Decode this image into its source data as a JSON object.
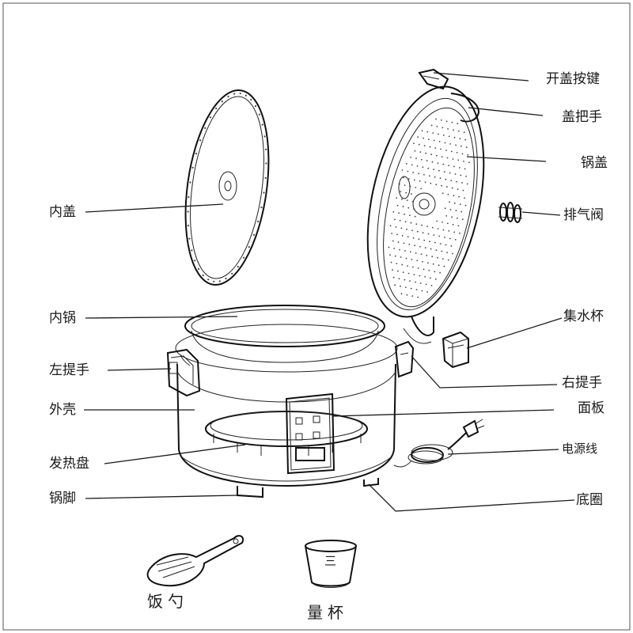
{
  "labels": {
    "open_button": "开盖按键",
    "lid_handle": "盖把手",
    "pot_lid": "锅盖",
    "steam_valve": "排气阀",
    "inner_lid": "内盖",
    "water_cup": "集水杯",
    "inner_pot": "内锅",
    "left_handle": "左提手",
    "right_handle": "右提手",
    "outer_shell": "外壳",
    "panel": "面板",
    "power_cord": "电源线",
    "heating_plate": "发热盘",
    "pot_feet": "锅脚",
    "base_ring": "底圈",
    "rice_spoon": "饭勺",
    "measuring_cup": "量杯"
  },
  "cup_marks": "三"
}
